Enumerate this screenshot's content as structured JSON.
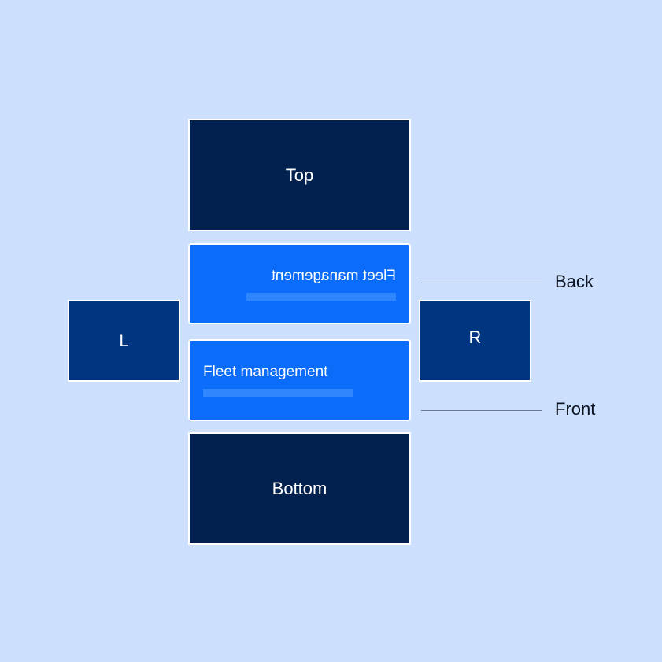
{
  "faces": {
    "top": "Top",
    "bottom": "Bottom",
    "left": "L",
    "right": "R",
    "back_card_title": "Fleet management",
    "front_card_title": "Fleet management"
  },
  "callouts": {
    "back": "Back",
    "front": "Front"
  },
  "colors": {
    "background": "#cce0fe",
    "dark_face": "#02214f",
    "side_face": "#00357f",
    "card_face": "#0b6cf9",
    "card_placeholder_bar": "#2f86fd",
    "leader_line": "#6b7a90"
  }
}
